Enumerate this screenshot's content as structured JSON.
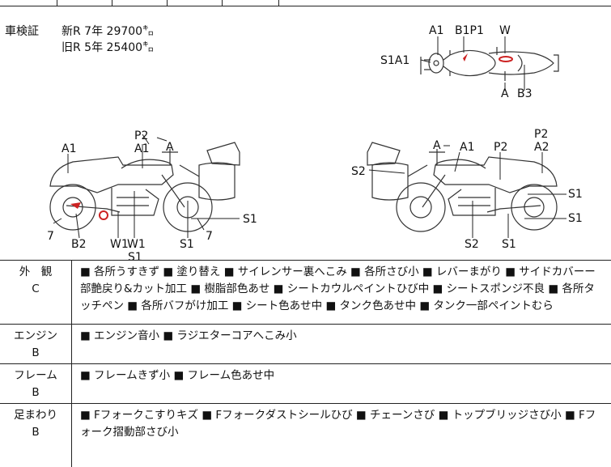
{
  "shaken": {
    "label": "車検証",
    "new_row": "新R 7年 29700㌔",
    "old_row": "旧R 5年 25400㌔"
  },
  "damage_labels": {
    "top_view": [
      "A1",
      "B1P1",
      "W",
      "S1A1",
      "A",
      "B3"
    ],
    "left_view": [
      "P2",
      "A1",
      "A",
      "A1",
      "7",
      "B2",
      "W1",
      "W1",
      "S1",
      "S1",
      "7",
      "S1"
    ],
    "right_view": [
      "A",
      "A1",
      "P2",
      "P2",
      "A2",
      "S2",
      "S1",
      "S1",
      "S2",
      "S1"
    ]
  },
  "conditions": [
    {
      "category": "外　観",
      "grade": "C",
      "items": [
        "■ 各所うすきず",
        "■ 塗り替え",
        "■ サイレンサー裏へこみ",
        "■ 各所さび小",
        "■ レバーまがり",
        "■ サイドカバーー部艶戻り&カット加工",
        "■ 樹脂部色あせ",
        "■ シートカウルペイントひび中",
        "■ シートスポンジ不良",
        "■ 各所タッチペン",
        "■ 各所バフがけ加工",
        "■ シート色あせ中",
        "■ タンク色あせ中",
        "■ タンク一部ペイントむら"
      ]
    },
    {
      "category": "エンジン",
      "grade": "B",
      "items": [
        "■ エンジン音小",
        "■ ラジエターコアへこみ小"
      ]
    },
    {
      "category": "フレーム",
      "grade": "B",
      "items": [
        "■ フレームきず小",
        "■ フレーム色あせ中"
      ]
    },
    {
      "category": "足まわり",
      "grade": "B",
      "items": [
        "■ Fフォークこすりキズ",
        "■ Fフォークダストシールひび",
        "■ チェーンさび",
        "■ トップブリッジさび小",
        "■ Fフォーク摺動部さび小"
      ]
    }
  ]
}
